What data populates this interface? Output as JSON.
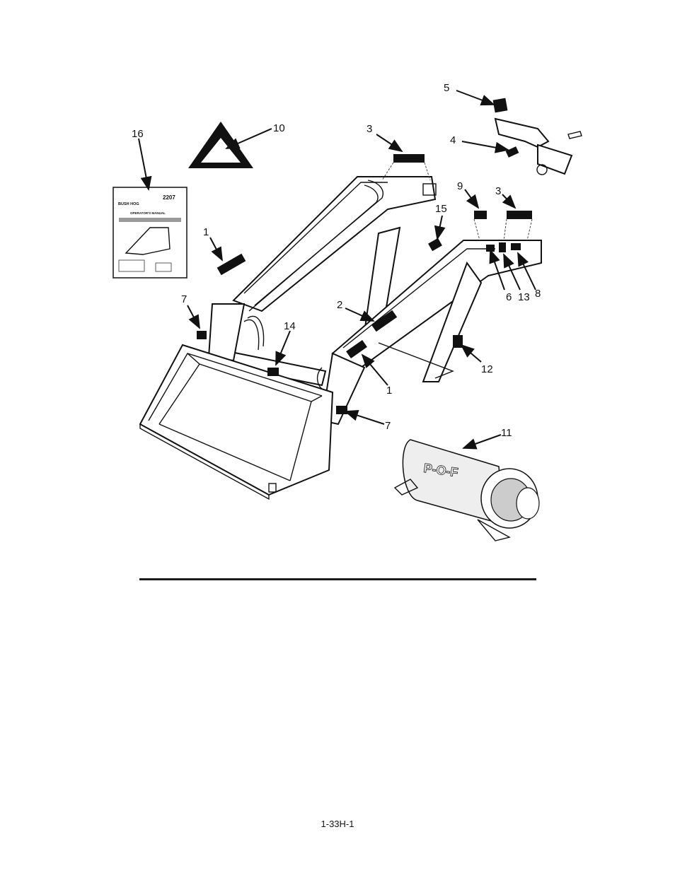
{
  "callouts": [
    {
      "num": "1"
    },
    {
      "num": "1"
    },
    {
      "num": "2"
    },
    {
      "num": "3"
    },
    {
      "num": "3"
    },
    {
      "num": "4"
    },
    {
      "num": "5"
    },
    {
      "num": "6"
    },
    {
      "num": "7"
    },
    {
      "num": "7"
    },
    {
      "num": "8"
    },
    {
      "num": "9"
    },
    {
      "num": "10"
    },
    {
      "num": "11"
    },
    {
      "num": "12"
    },
    {
      "num": "13"
    },
    {
      "num": "14"
    },
    {
      "num": "15"
    },
    {
      "num": "16"
    }
  ],
  "manual": {
    "model": "2207",
    "brand": "BUSH HOG",
    "title": "OPERATOR'S MANUAL"
  },
  "pto_label": "P-O-F",
  "page_number": "1-33H-1"
}
